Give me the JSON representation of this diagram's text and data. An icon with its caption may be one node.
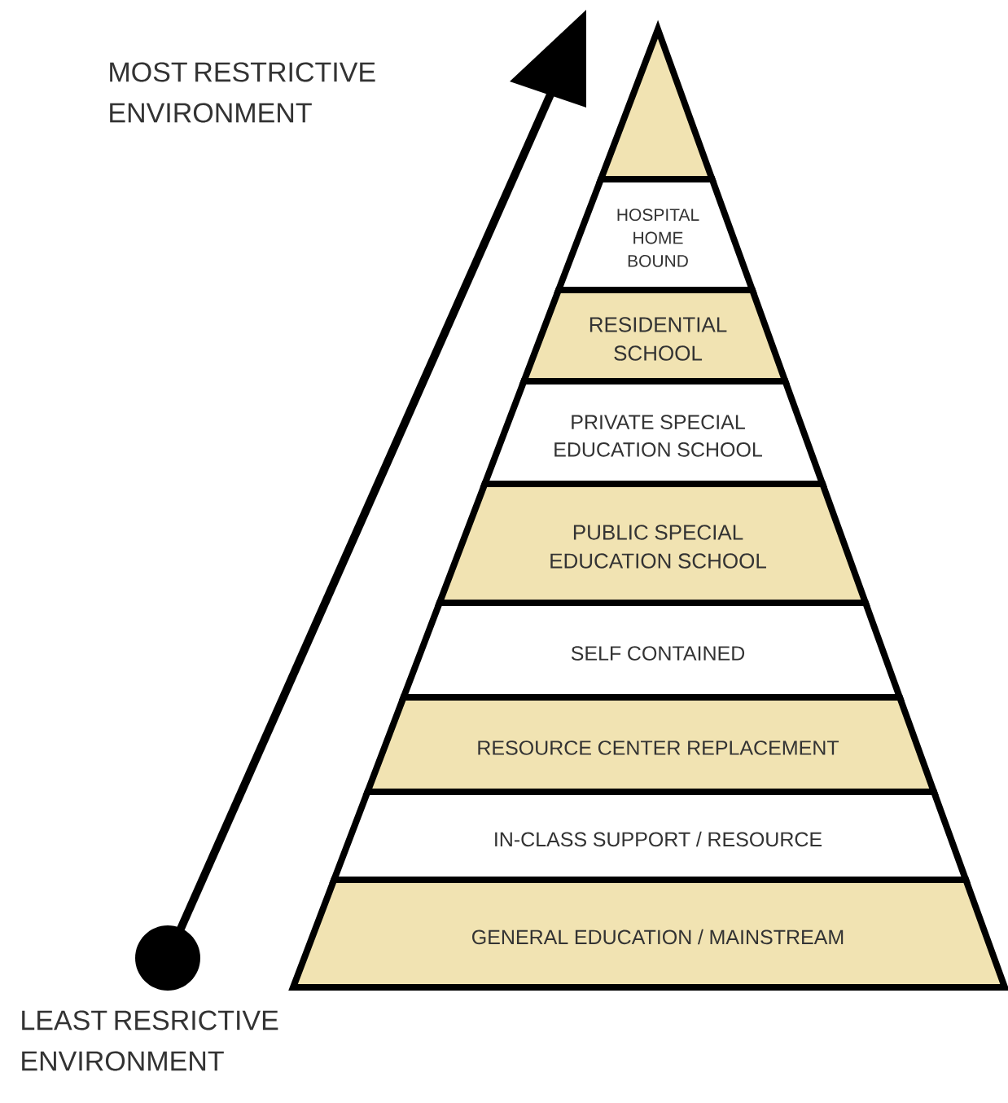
{
  "diagram": {
    "nodes": [
      {
        "text": [],
        "shape": "triangle"
      },
      {
        "text": [
          "HOSPITAL HOME BOUND"
        ]
      },
      {
        "text": [
          "RESIDENTIAL SCHOOL"
        ]
      },
      {
        "text": [
          "PRIVATE SPECIAL EDUCATION SCHOOL"
        ]
      },
      {
        "text": [
          "PUBLIC SPECIAL EDUCATION SCHOOL"
        ]
      },
      {
        "text": [
          "SELF CONTAINED"
        ]
      },
      {
        "text": [
          "RESOURCE CENTER REPLACEMENT"
        ]
      },
      {
        "text": [
          "IN-CLASS SUPPORT / RESOURCE"
        ]
      },
      {
        "text": [
          "GENERAL EDUCATION / MAINSTREAM"
        ]
      }
    ],
    "labels": [
      "MOST RESTRICTIVE ENVIRONMENT",
      "LEAST RESRICTIVE ENVIRONMENT"
    ]
  }
}
